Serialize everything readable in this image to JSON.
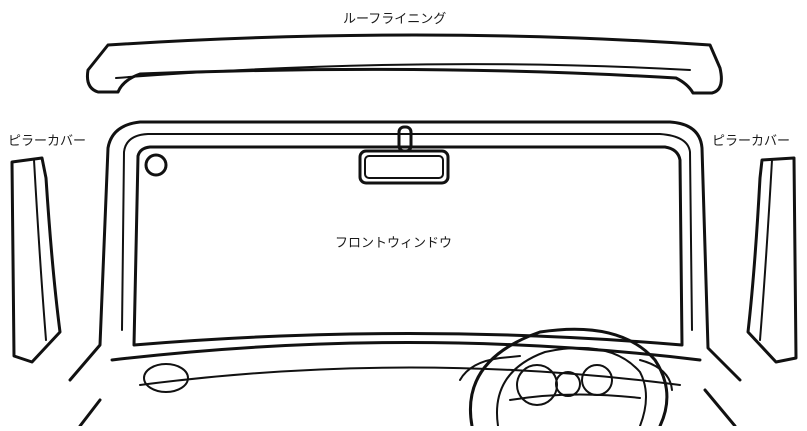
{
  "labels": {
    "roof_lining": "ルーフライニング",
    "pillar_cover_left": "ピラーカバー",
    "pillar_cover_right": "ピラーカバー",
    "front_window": "フロントウィンドウ"
  },
  "colors": {
    "line": "#111111",
    "background": "#ffffff"
  }
}
